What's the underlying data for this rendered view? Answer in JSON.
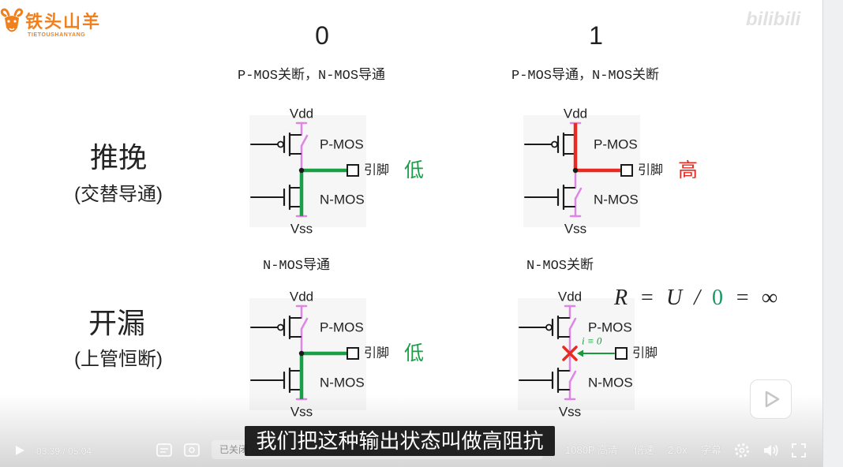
{
  "brand": {
    "name": "铁头山羊",
    "pinyin": "TIETOUSHANYANG",
    "logo_icon": "goat-logo-icon",
    "color": "#f0801e"
  },
  "watermark": {
    "text": "bilibili"
  },
  "slide": {
    "column_headers": [
      "0",
      "1"
    ],
    "push_pull_states": [
      "P-MOS关断，N-MOS导通",
      "P-MOS导通，N-MOS关断"
    ],
    "open_drain_states": [
      "N-MOS导通",
      "N-MOS关断"
    ],
    "rows": [
      {
        "title": "推挽",
        "note": "(交替导通)"
      },
      {
        "title": "开漏",
        "note": "(上管恒断)"
      }
    ],
    "circuit_labels": {
      "vdd": "Vdd",
      "vss": "Vss",
      "pmos": "P-MOS",
      "nmos": "N-MOS",
      "pin": "引脚"
    },
    "outputs": [
      {
        "value": "低",
        "color": "#17a046"
      },
      {
        "value": "高",
        "color": "#e82b22"
      },
      {
        "value": "低",
        "color": "#17a046"
      }
    ],
    "current_label": "i ≡ 0",
    "formula": {
      "tokens": [
        {
          "text": "R"
        },
        {
          "text": "="
        },
        {
          "text": "U"
        },
        {
          "text": "/"
        },
        {
          "text": "0",
          "color": "#149a62"
        },
        {
          "text": "="
        },
        {
          "text": "∞"
        }
      ]
    }
  },
  "subtitle": "我们把这种输出状态叫做高阻抗",
  "player": {
    "time": "03:39 / 05:04",
    "danmaku_status": "已关闭",
    "quality": "1080P 高清",
    "speed_label": "倍速",
    "speed_value": "2.0x",
    "captions": "字幕",
    "icons": [
      "play-icon",
      "danmaku-toggle-icon",
      "danmaku-settings-icon",
      "settings-gear-icon",
      "volume-icon",
      "fullscreen-icon",
      "mini-player-icon"
    ]
  },
  "colors": {
    "wire_pink": "#dd86e6",
    "green": "#17a046",
    "red": "#e82b22",
    "wire_black": "#1a1a1a",
    "current_green": "#1a9a3c"
  }
}
